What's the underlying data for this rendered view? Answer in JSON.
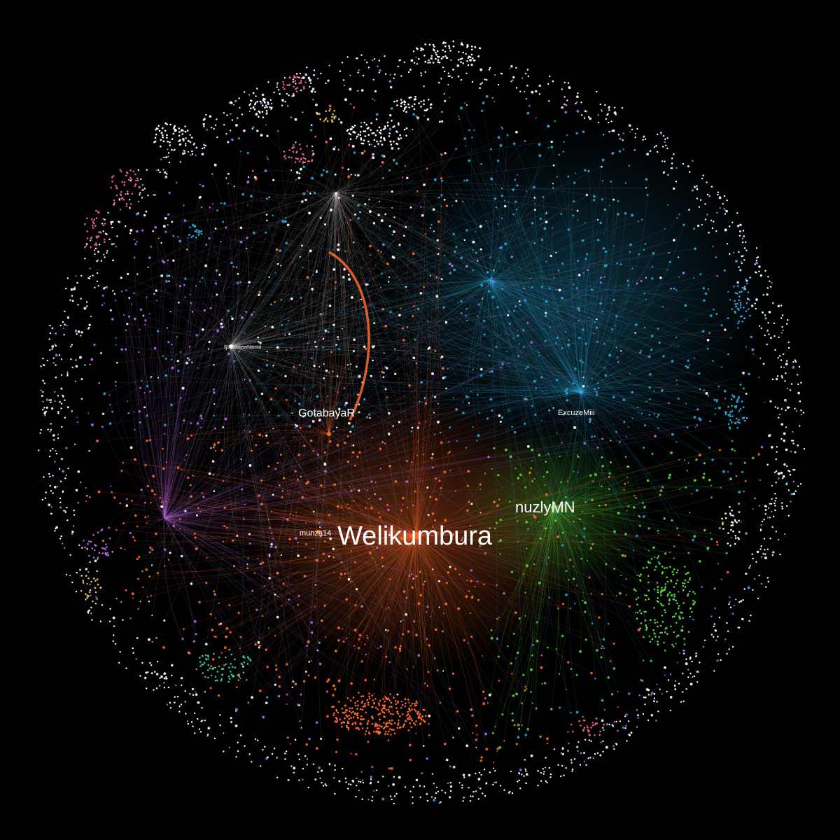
{
  "graph": {
    "background_color": "#000000",
    "community_colors": {
      "orange": "#ff6a2b",
      "cyan": "#2aa6d6",
      "green": "#5fd13a",
      "purple": "#b56be0",
      "white": "#ffffff",
      "pink": "#e0608a",
      "teal": "#3bbf9a",
      "yellow": "#e8c24a"
    },
    "hubs": [
      {
        "id": "welikumbura",
        "label": "Welikumbura",
        "color": "#ff6a2b",
        "size": "xl"
      },
      {
        "id": "nuzlymn",
        "label": "nuzlyMN",
        "color": "#6fd83a",
        "size": "l"
      },
      {
        "id": "gotabayar",
        "label": "GotabayaR",
        "color": "#ff6a2b",
        "size": "m"
      },
      {
        "id": "excuzemiii",
        "label": "ExcuzeMiii",
        "color": "#2aa6d6",
        "size": "s"
      },
      {
        "id": "munza14",
        "label": "munza14",
        "color": "#ff6a2b",
        "size": "s"
      },
      {
        "id": "rajapaksanamal",
        "label": "RajapaksaNamal",
        "color": "#ffffff",
        "size": "xs"
      }
    ]
  }
}
